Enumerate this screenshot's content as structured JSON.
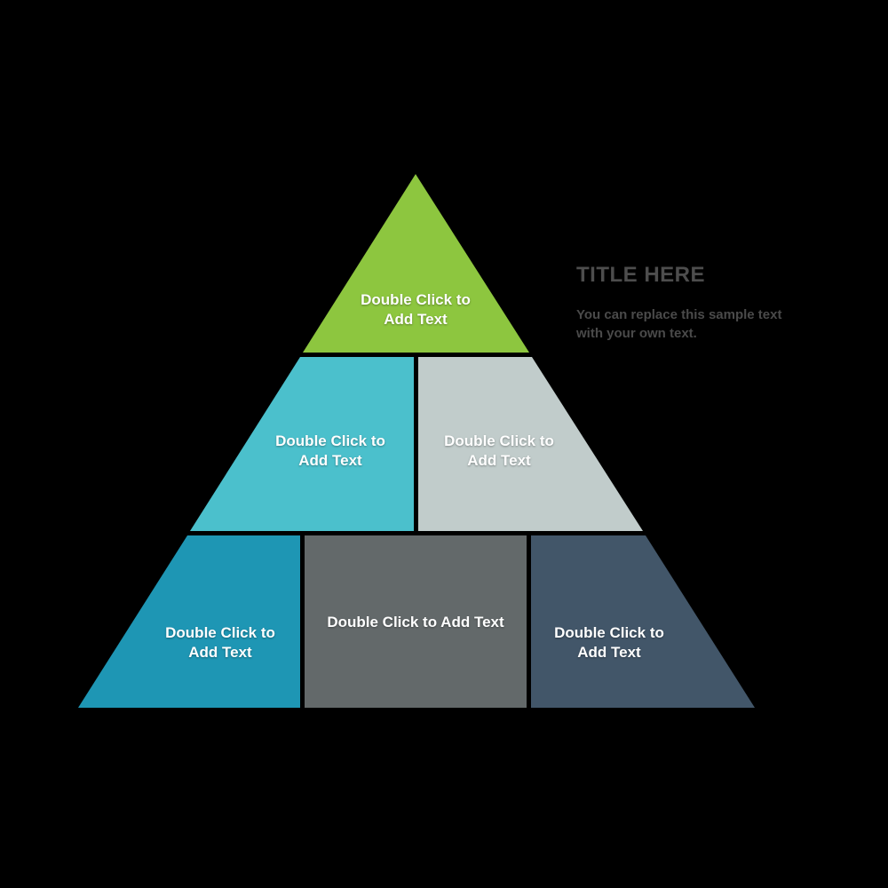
{
  "canvas": {
    "background_color": "#000000"
  },
  "title_block": {
    "title": "TITLE HERE",
    "title_color": "#4d4d4d",
    "body_line1": "You can replace this sample text",
    "body_line2": "with your own text.",
    "body_color": "#4a4a4a"
  },
  "pyramid": {
    "label_text_color": "#ffffff",
    "segments": [
      {
        "id": "top",
        "color": "#8dc63f",
        "label_line1": "Double Click to",
        "label_line2": "Add Text"
      },
      {
        "id": "mid-left",
        "color": "#4bc0cc",
        "label_line1": "Double Click to",
        "label_line2": "Add Text"
      },
      {
        "id": "mid-right",
        "color": "#c1cccb",
        "label_line1": "Double Click to",
        "label_line2": "Add Text"
      },
      {
        "id": "bottom-left",
        "color": "#1e96b4",
        "label_line1": "Double Click to",
        "label_line2": "Add Text"
      },
      {
        "id": "bottom-middle",
        "color": "#63696a",
        "label_line1": "Double Click to Add Text",
        "label_line2": ""
      },
      {
        "id": "bottom-right",
        "color": "#425669",
        "label_line1": "Double Click to",
        "label_line2": "Add Text"
      }
    ]
  }
}
